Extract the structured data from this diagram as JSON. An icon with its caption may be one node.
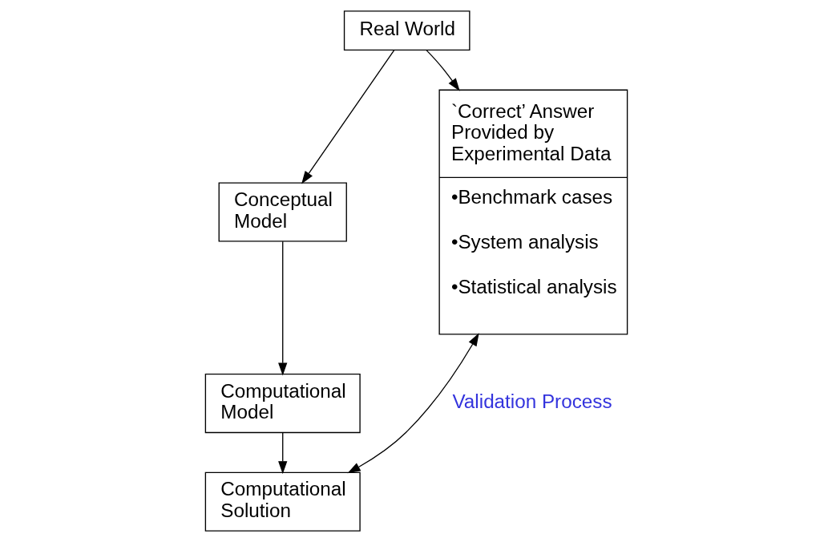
{
  "diagram": {
    "nodes": [
      {
        "text": [
          "Real World"
        ]
      },
      {
        "text": [
          "Conceptual Model"
        ]
      },
      {
        "text": [
          "Computational Model"
        ]
      },
      {
        "text": [
          "Computational Solution"
        ]
      },
      {
        "text": [
          "`Correct’ Answer Provided by Experimental Data",
          "•Benchmark cases",
          "•System analysis",
          "•Statistical analysis"
        ]
      }
    ],
    "edges": [
      {
        "from": 0,
        "to": 1,
        "arrow": "to"
      },
      {
        "from": 0,
        "to": 4,
        "arrow": "to"
      },
      {
        "from": 1,
        "to": 2,
        "arrow": "to"
      },
      {
        "from": 2,
        "to": 3,
        "arrow": "to"
      },
      {
        "from": 3,
        "to": 4,
        "arrow": "both",
        "label": "Validation Process"
      }
    ]
  }
}
